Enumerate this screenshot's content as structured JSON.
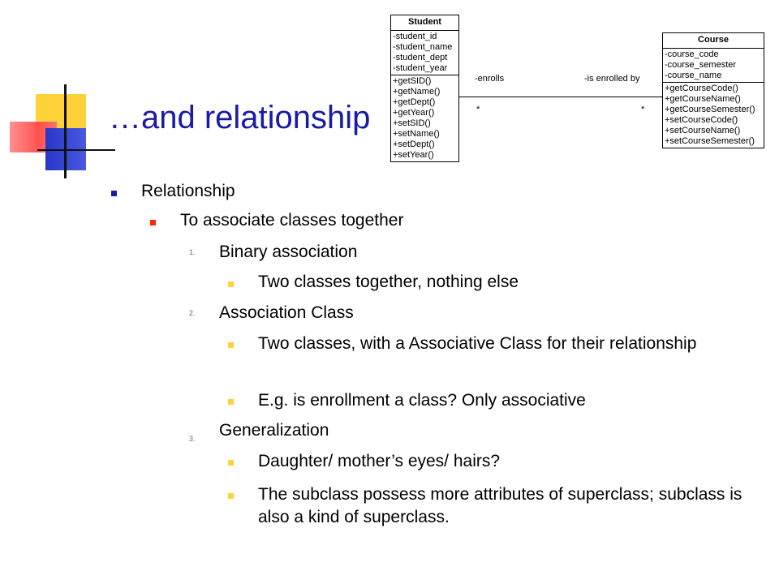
{
  "slide": {
    "title": "…and relationship",
    "level1": "Relationship",
    "level2": "To associate classes together",
    "items": [
      {
        "num": "1.",
        "label": "Binary association",
        "subs": [
          "Two classes together, nothing else"
        ]
      },
      {
        "num": "2.",
        "label": "Association Class",
        "subs": [
          "Two classes, with a Associative Class for their relationship",
          "E.g. is enrollment a class? Only associative"
        ]
      },
      {
        "num": "3.",
        "label": "Generalization",
        "subs": [
          "Daughter/ mother’s eyes/ hairs?",
          "The subclass possess more attributes of superclass; subclass is also a kind of superclass."
        ]
      }
    ]
  },
  "uml": {
    "student": {
      "name": "Student",
      "attributes": [
        "-student_id",
        "-student_name",
        "-student_dept",
        "-student_year"
      ],
      "methods": [
        "+getSID()",
        "+getName()",
        "+getDept()",
        "+getYear()",
        "+setSID()",
        "+setName()",
        "+setDept()",
        "+setYear()"
      ]
    },
    "course": {
      "name": "Course",
      "attributes": [
        "-course_code",
        "-course_semester",
        "-course_name"
      ],
      "methods": [
        "+getCourseCode()",
        "+getCourseName()",
        "+getCourseSemester()",
        "+setCourseCode()",
        "+setCourseName()",
        "+setCourseSemester()"
      ]
    },
    "association": {
      "left_role": "-enrolls",
      "right_role": "-is enrolled by",
      "left_multiplicity": "*",
      "right_multiplicity": "*"
    }
  },
  "colors": {
    "title": "#1a1aa6",
    "bullet_level1": "#1a1aa6",
    "bullet_level2": "#ff2a00",
    "bullet_level3": "#ffd23a"
  }
}
